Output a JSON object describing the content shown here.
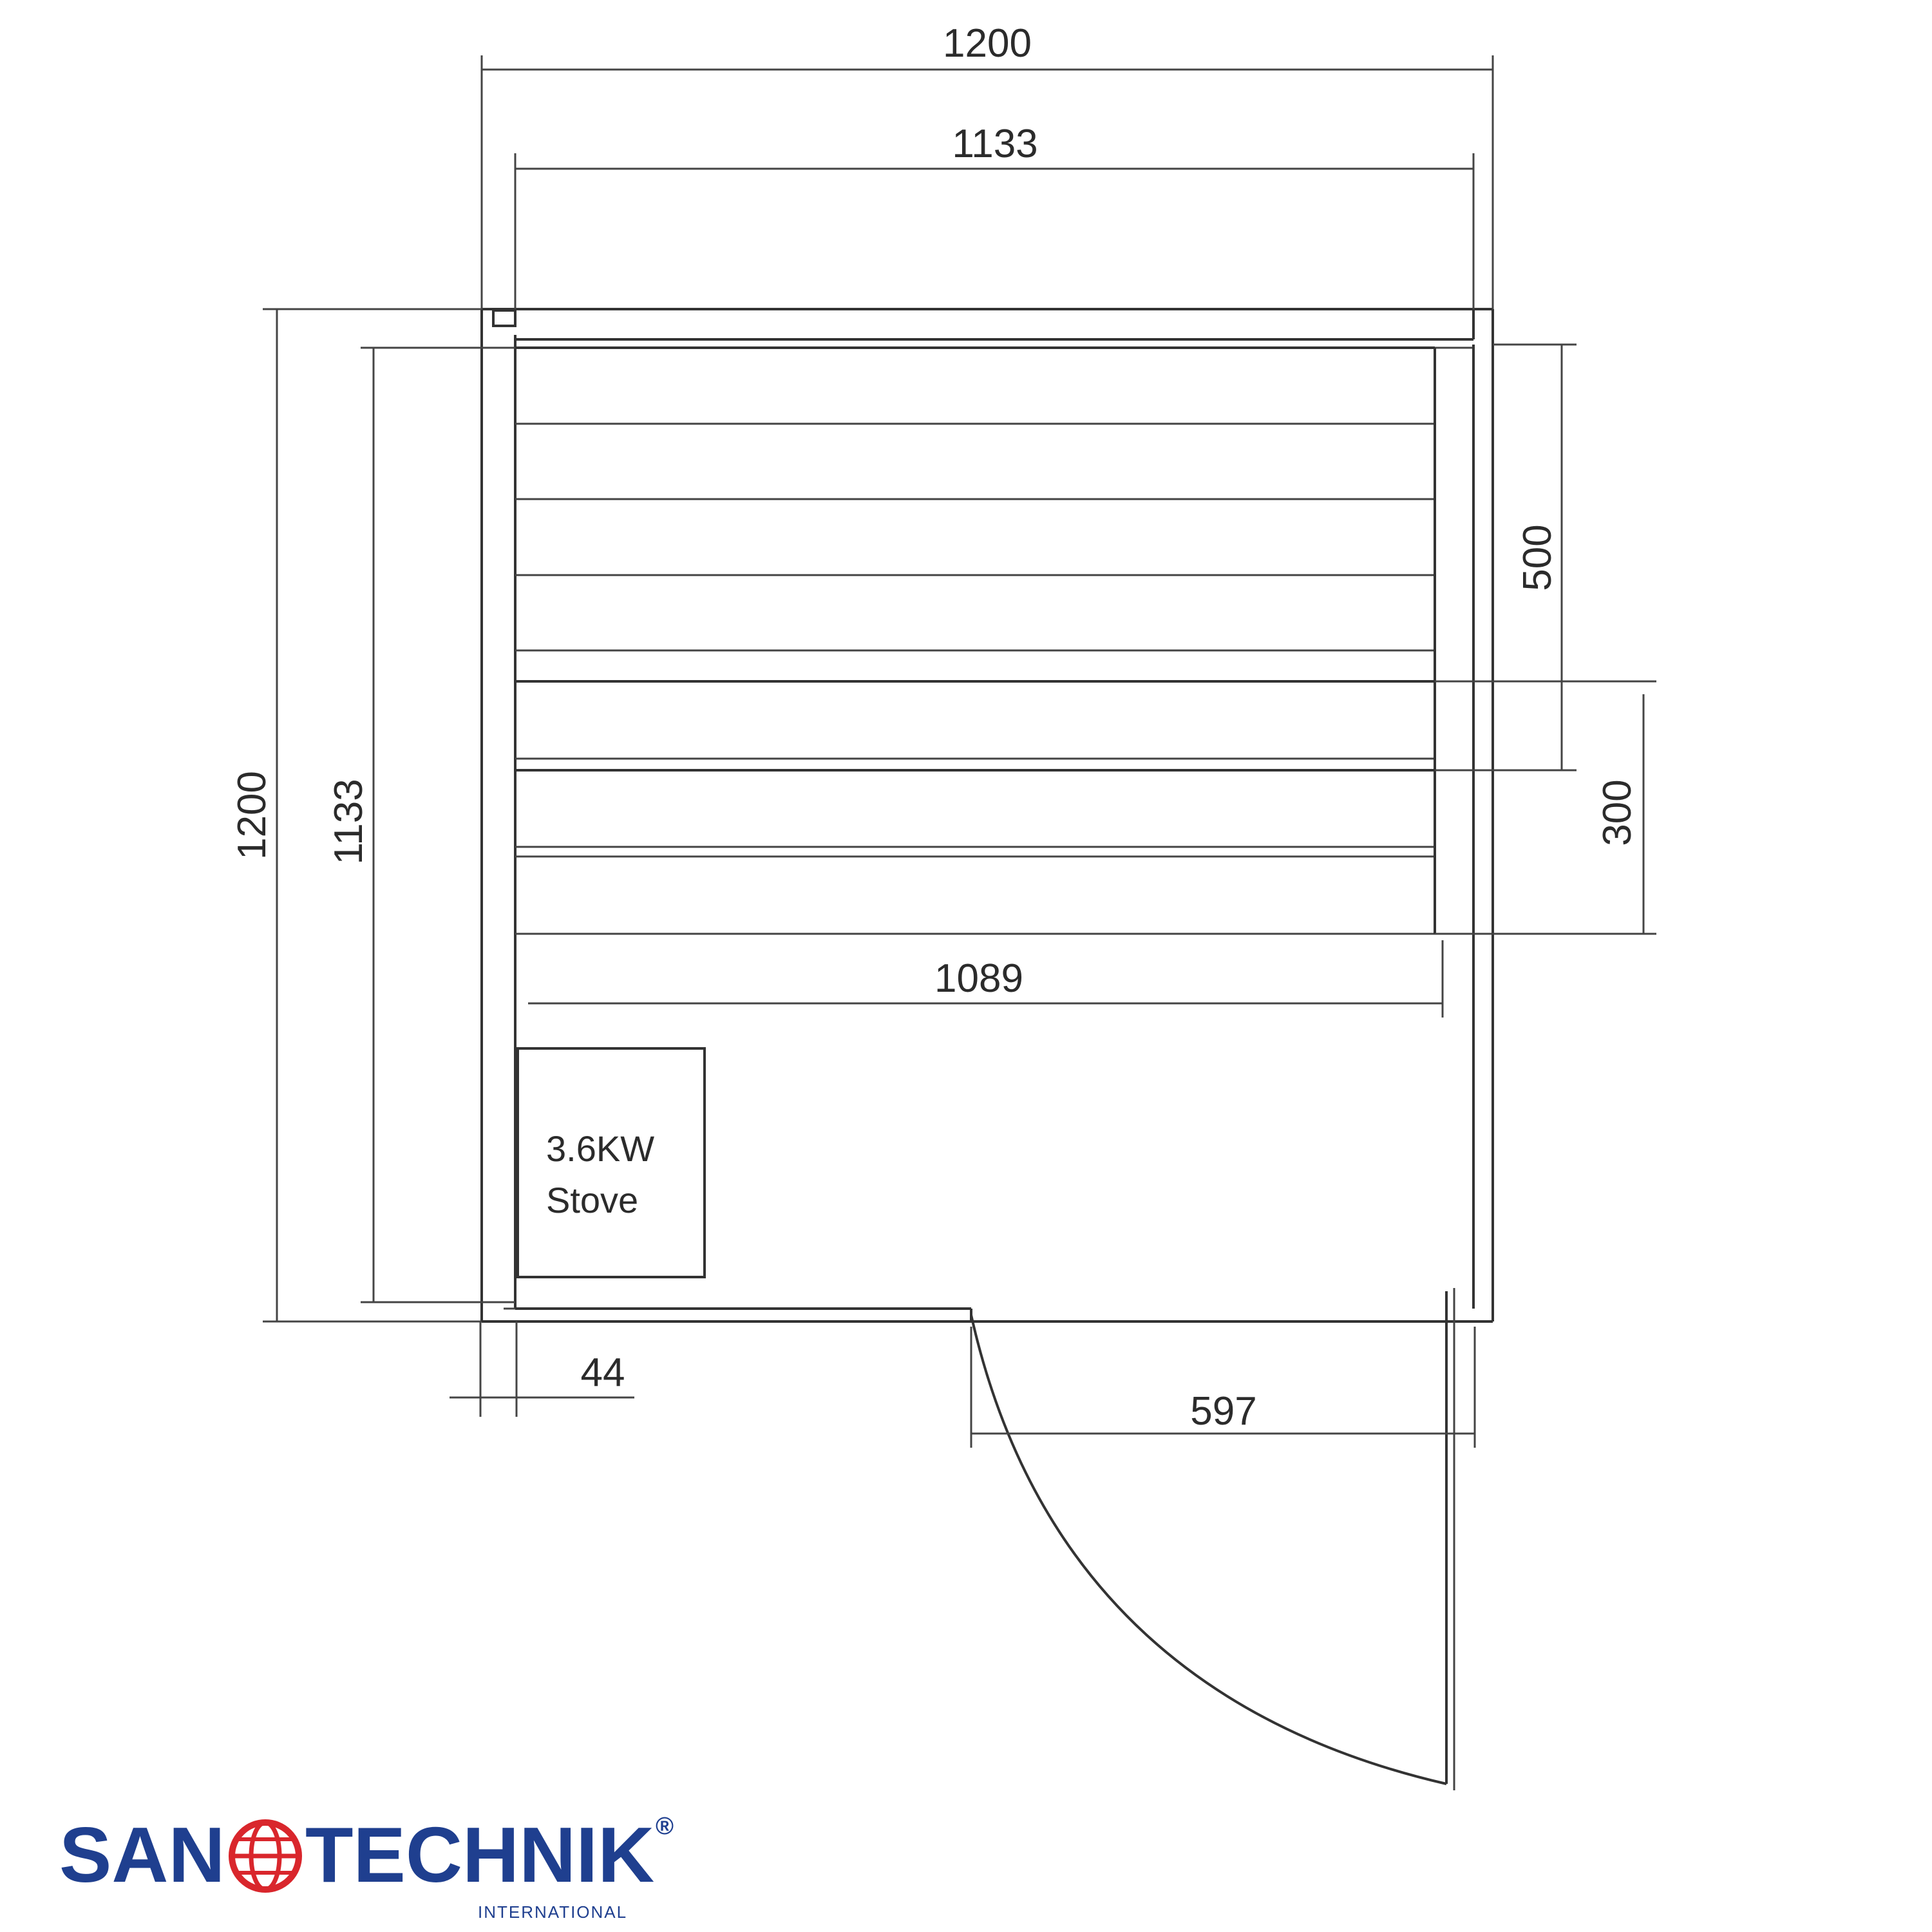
{
  "dimensions": {
    "top_outer": "1200",
    "top_inner": "1133",
    "left_outer": "1200",
    "left_inner": "1133",
    "right_upper": "500",
    "right_lower": "300",
    "bench_width": "1089",
    "wall_thickness": "44",
    "door_width": "597"
  },
  "stove": {
    "line1": "3.6KW",
    "line2": "Stove"
  },
  "logo": {
    "left": "SAN",
    "right": "TECHNIK",
    "registered": "®",
    "sub": "INTERNATIONAL",
    "color": "#1f3f8f",
    "globe_color": "#d9262c"
  }
}
